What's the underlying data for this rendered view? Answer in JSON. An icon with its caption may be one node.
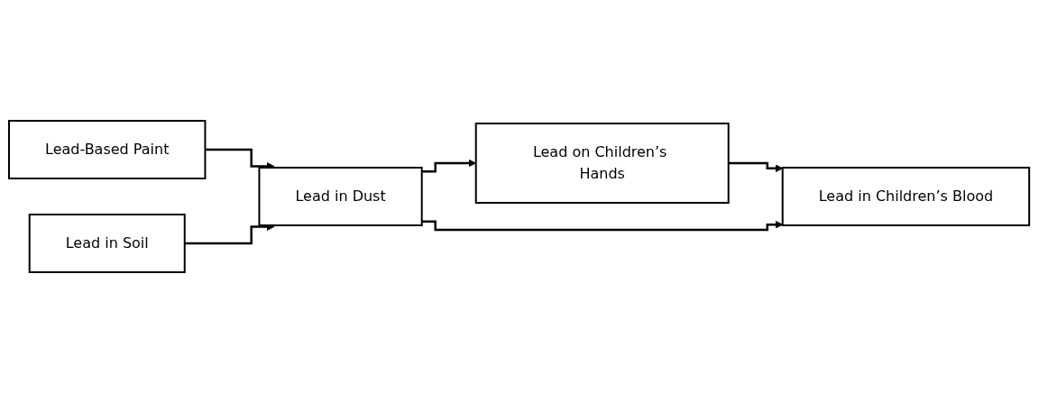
{
  "diagram": {
    "nodes": [
      {
        "text": [
          "Lead-Based Paint"
        ]
      },
      {
        "text": [
          "Lead in Soil"
        ]
      },
      {
        "text": [
          "Lead in Dust"
        ]
      },
      {
        "text": [
          "Lead on Children’s Hands"
        ]
      },
      {
        "text": [
          "Lead in Children’s Blood"
        ]
      }
    ],
    "edges": [
      {
        "from": 0,
        "to": 2,
        "arrow": "to"
      },
      {
        "from": 1,
        "to": 2,
        "arrow": "to"
      },
      {
        "from": 2,
        "to": 3,
        "arrow": "to"
      },
      {
        "from": 3,
        "to": 4,
        "arrow": "to"
      },
      {
        "from": 2,
        "to": 4,
        "arrow": "to"
      }
    ]
  }
}
